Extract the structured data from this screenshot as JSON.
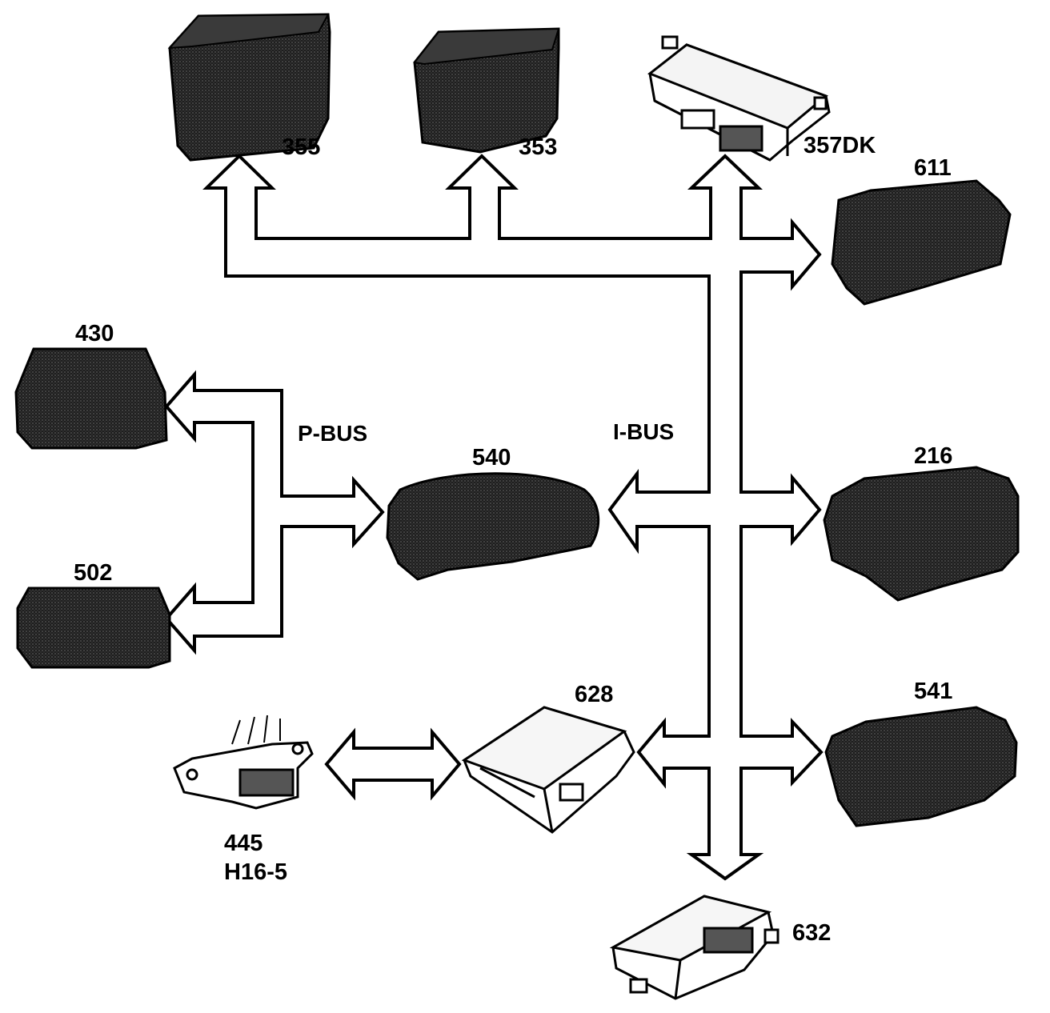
{
  "modules": {
    "m355": "355",
    "m353": "353",
    "m357dk": "357DK",
    "m611": "611",
    "m430": "430",
    "m502": "502",
    "m540": "540",
    "m216": "216",
    "m541": "541",
    "m628": "628",
    "m445": "445",
    "m445_sub": "H16-5",
    "m632": "632"
  },
  "buses": {
    "p_bus": "P-BUS",
    "i_bus": "I-BUS"
  },
  "colors": {
    "module_dark": "#2a2a2a",
    "module_light": "#ffffff",
    "outline": "#000000"
  }
}
